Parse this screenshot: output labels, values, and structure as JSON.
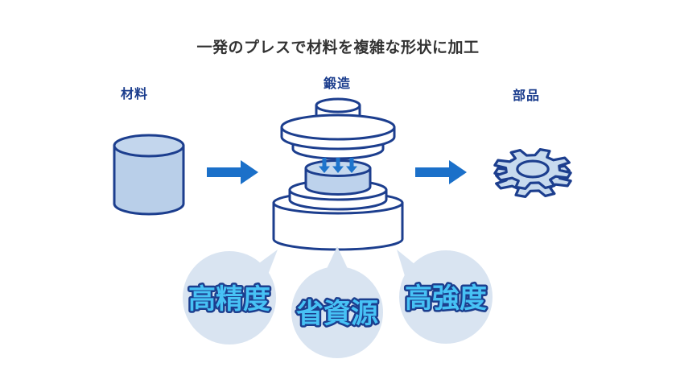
{
  "title": "一発のプレスで材料を複雑な形状に加工",
  "flow": {
    "material_label": "材料",
    "forging_label": "鍛造",
    "part_label": "部品"
  },
  "benefits": [
    "高精度",
    "省資源",
    "高強度"
  ],
  "icons": {
    "material": "cylinder-billet-icon",
    "forging": "forging-press-icon",
    "press_force": "down-arrows-icon",
    "flow": "right-arrow-icon",
    "part": "gear-icon"
  },
  "colors": {
    "outline_navy": "#1c3e8e",
    "fill_light_blue": "#bdd2ec",
    "bubble_bg": "#d9e4f1",
    "arrow_blue": "#1b70c9",
    "benefit_text_fill": "#47c2f5",
    "title_text": "#333333"
  }
}
